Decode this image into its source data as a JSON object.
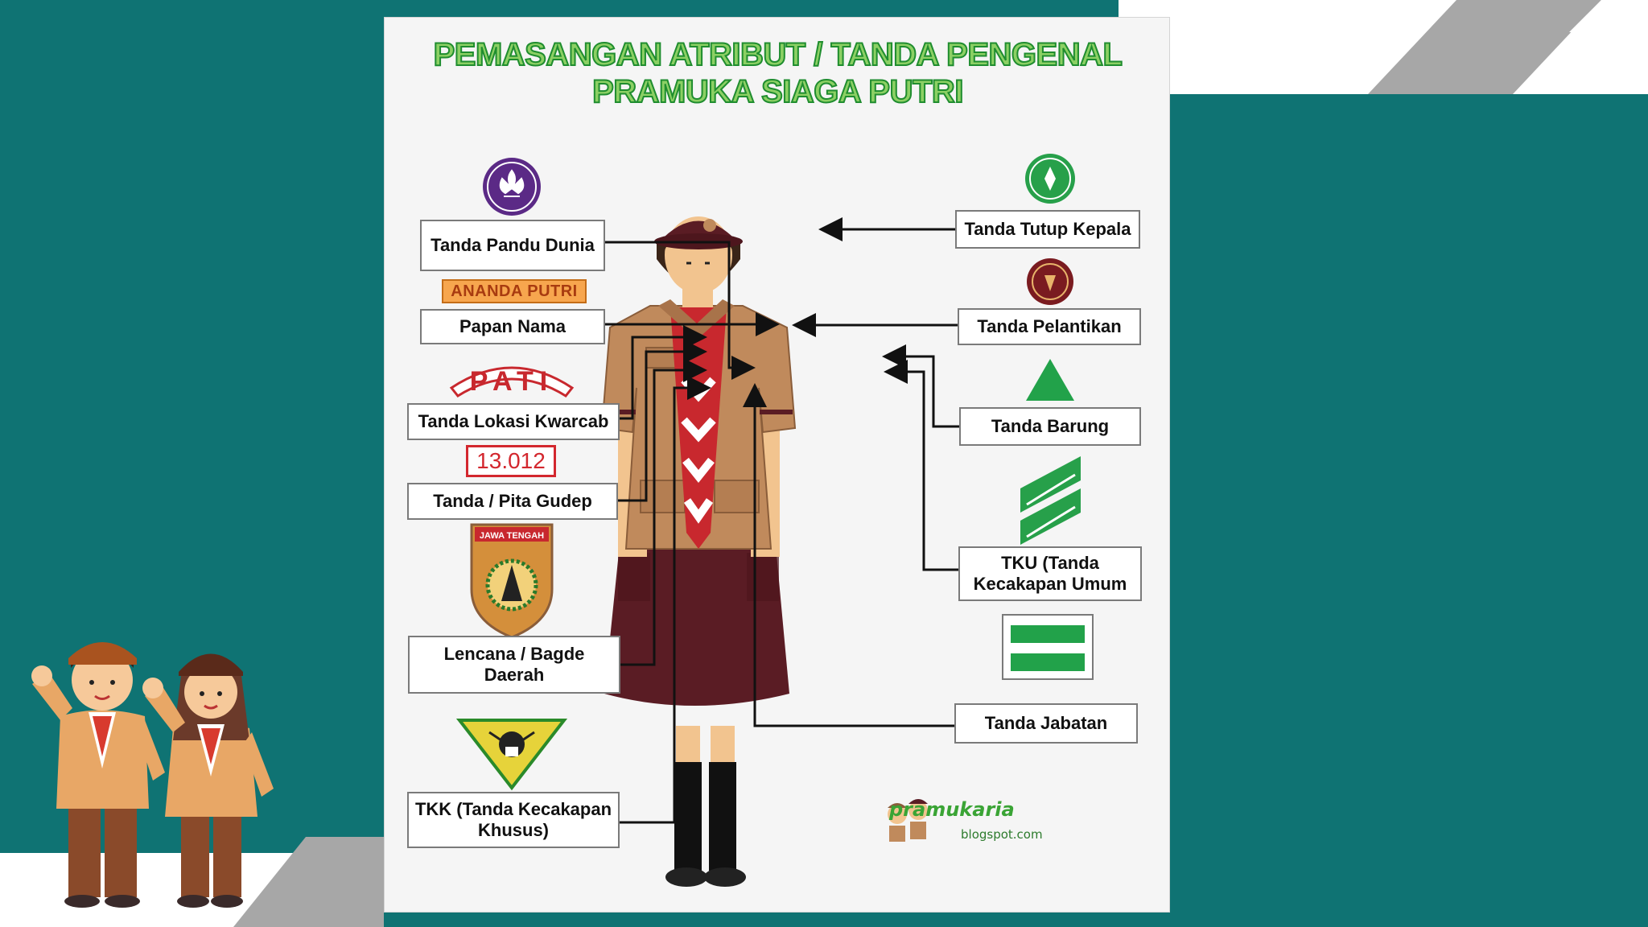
{
  "title": {
    "line1": "PEMASANGAN ATRIBUT / TANDA PENGENAL",
    "line2": "PRAMUKA SIAGA PUTRI"
  },
  "labels": {
    "pandu_dunia": "Tanda Pandu Dunia",
    "papan_nama": "Papan Nama",
    "lokasi_kwarcab": "Tanda Lokasi Kwarcab",
    "pita_gudep": "Tanda / Pita Gudep",
    "lencana_daerah": "Lencana / Bagde Daerah",
    "tkk": "TKK (Tanda Kecakapan Khusus)",
    "tutup_kepala": "Tanda Tutup Kepala",
    "pelantikan": "Tanda Pelantikan",
    "barung": "Tanda Barung",
    "tku": "TKU (Tanda Kecakapan Umum",
    "jabatan": "Tanda Jabatan"
  },
  "badges": {
    "name_tag": "ANANDA PUTRI",
    "location": "PATI",
    "gudep_number": "13.012",
    "regional": "JAWA TENGAH"
  },
  "watermark": {
    "brand": "pramukaria",
    "url": "blogspot.com"
  },
  "colors": {
    "slide_teal": "#0f7373",
    "poster_bg": "#f5f5f5",
    "title_green": "#8cd064",
    "uniform_brown": "#c08a5c",
    "skirt_maroon": "#5a1c24",
    "scarf_red": "#c8282e",
    "barung_green": "#22a24a",
    "world_scout_purple": "#5b2a86"
  }
}
